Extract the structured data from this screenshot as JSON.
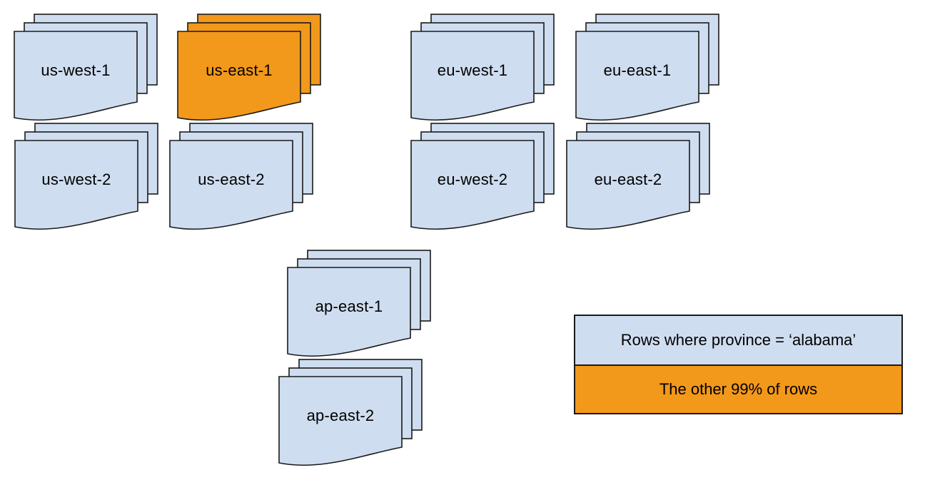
{
  "colors": {
    "blue": "#cfddf0",
    "orange": "#f2981b",
    "stroke": "#1a1a1a"
  },
  "stacks": [
    {
      "label": "us-west-1",
      "color": "#cfddf0"
    },
    {
      "label": "us-east-1",
      "color": "#f2981b"
    },
    {
      "label": "eu-west-1",
      "color": "#cfddf0"
    },
    {
      "label": "eu-east-1",
      "color": "#cfddf0"
    },
    {
      "label": "us-west-2",
      "color": "#cfddf0"
    },
    {
      "label": "us-east-2",
      "color": "#cfddf0"
    },
    {
      "label": "eu-west-2",
      "color": "#cfddf0"
    },
    {
      "label": "eu-east-2",
      "color": "#cfddf0"
    },
    {
      "label": "ap-east-1",
      "color": "#cfddf0"
    },
    {
      "label": "ap-east-2",
      "color": "#cfddf0"
    }
  ],
  "legend": {
    "items": [
      {
        "label": "Rows where province = ‘alabama’",
        "color": "#cfddf0"
      },
      {
        "label": "The other 99% of rows",
        "color": "#f2981b"
      }
    ]
  }
}
